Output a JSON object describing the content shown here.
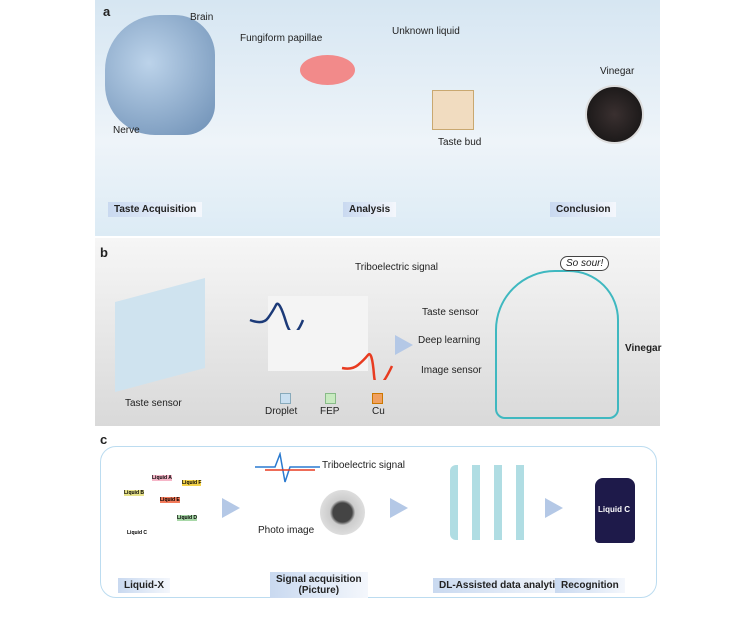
{
  "panel_a": {
    "letter": "a",
    "brain": "Brain",
    "nerve": "Nerve",
    "fungiform": "Fungiform papillae",
    "unknown_liquid": "Unknown liquid",
    "taste_bud": "Taste bud",
    "vinegar": "Vinegar",
    "stages": [
      "Taste Acquisition",
      "Analysis",
      "Conclusion"
    ]
  },
  "panel_b": {
    "letter": "b",
    "signal": "Triboelectric signal",
    "taste_sensor_left": "Taste sensor",
    "legend": [
      "Droplet",
      "FEP",
      "Cu"
    ],
    "legend_colors": [
      "#c9dff0",
      "#c8eac0",
      "#f0a060"
    ],
    "robot_labels": [
      "Taste sensor",
      "Deep learning",
      "Image sensor"
    ],
    "result": "Vinegar",
    "speech": "So sour!"
  },
  "panel_c": {
    "letter": "c",
    "liquids": [
      "Liquid A",
      "Liquid B",
      "Liquid C",
      "Liquid D",
      "Liquid E",
      "Liquid F"
    ],
    "signal": "Triboelectric signal",
    "photo": "Photo image",
    "bottle_label": "Liquid C",
    "stages": [
      "Liquid-X",
      "Signal acquisition",
      "(Picture)",
      "DL-Assisted data analytic",
      "Recognition"
    ]
  }
}
